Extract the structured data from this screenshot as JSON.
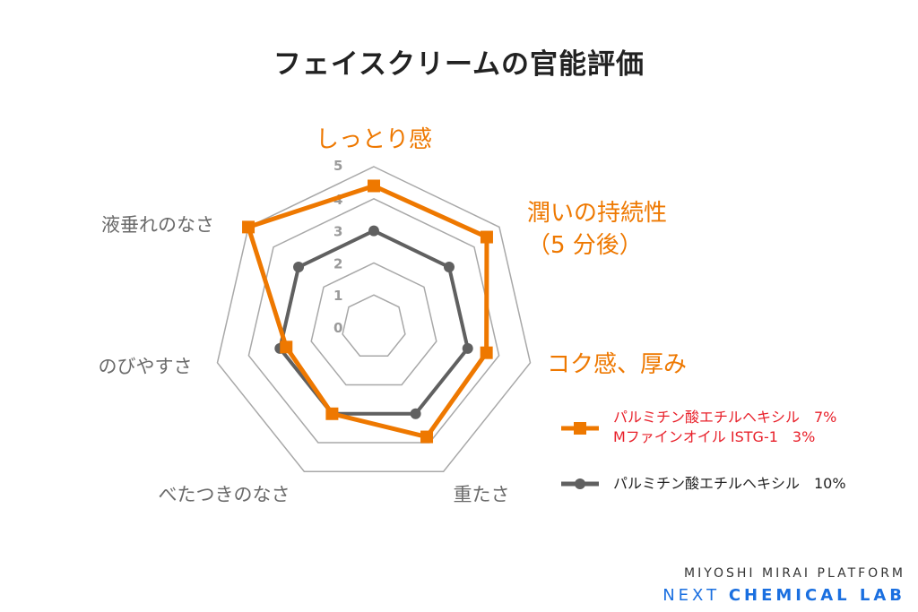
{
  "chart_data": {
    "type": "radar",
    "title": "フェイスクリームの官能評価",
    "axes": [
      "しっとり感",
      "潤いの持続性（5 分後）",
      "コク感、厚み",
      "重たさ",
      "べたつきのなさ",
      "のびやすさ",
      "液垂れのなさ"
    ],
    "axis_label_lines": [
      [
        "しっとり感"
      ],
      [
        "潤いの持続性",
        "（5 分後）"
      ],
      [
        "コク感、厚み"
      ],
      [
        "重たさ"
      ],
      [
        "べたつきのなさ"
      ],
      [
        "のびやすさ"
      ],
      [
        "液垂れのなさ"
      ]
    ],
    "highlighted_axes_color": "#ee7800",
    "range": [
      0,
      5
    ],
    "ticks": [
      "0",
      "1",
      "2",
      "3",
      "4",
      "5"
    ],
    "grid": true,
    "legend_position": "right",
    "series": [
      {
        "name_lines": [
          "パルミチン酸エチルヘキシル　7%",
          "Mファインオイル ISTG-1　3%"
        ],
        "values": [
          4.4,
          4.5,
          3.6,
          3.8,
          3.0,
          2.8,
          5.0
        ],
        "color": "#ee7800",
        "marker": "square",
        "legend_text_color": "#e8202a"
      },
      {
        "name_lines": [
          "パルミチン酸エチルヘキシル　10%"
        ],
        "values": [
          3.0,
          3.0,
          3.0,
          3.0,
          3.0,
          3.0,
          3.0
        ],
        "color": "#606060",
        "marker": "circle",
        "legend_text_color": "#222222"
      }
    ]
  },
  "brand": {
    "line1": "MIYOSHI MIRAI PLATFORM",
    "line2a": "NEXT",
    "line2b": "CHEMICAL LAB"
  }
}
